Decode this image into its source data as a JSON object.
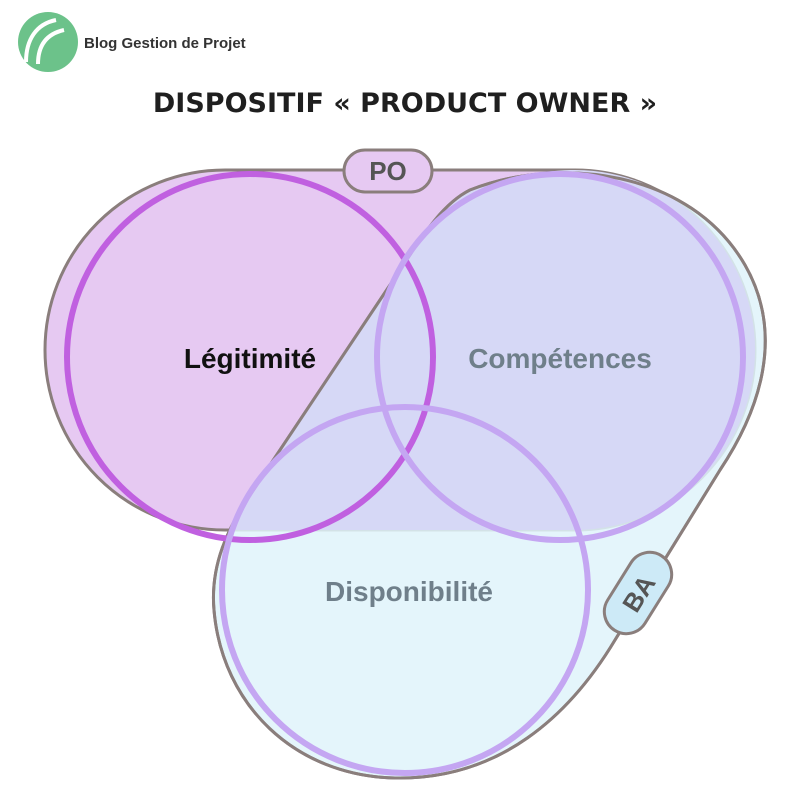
{
  "brand": {
    "name": "Blog Gestion de Projet",
    "logo_color": "#6cc28a"
  },
  "title": "DISPOSITIF « PRODUCT OWNER »",
  "diagram": {
    "circles": [
      {
        "id": "legitimite",
        "label": "Légitimité",
        "stroke": "#c060e0",
        "label_color": "#111111"
      },
      {
        "id": "competences",
        "label": "Compétences",
        "stroke": "#c4a6f2",
        "label_color": "#6f7f8a"
      },
      {
        "id": "disponibilite",
        "label": "Disponibilité",
        "stroke": "#c4a6f2",
        "label_color": "#6f7f8a"
      }
    ],
    "groups": [
      {
        "id": "po",
        "tag": "PO",
        "fill": "#e6c9f2",
        "stroke": "#8a7e7c"
      },
      {
        "id": "ba",
        "tag": "BA",
        "fill": "#dff3fa",
        "stroke": "#8a7e7c",
        "tag_fill": "#cdeaf7"
      }
    ],
    "overlap_fill": "#d6d8f6"
  }
}
